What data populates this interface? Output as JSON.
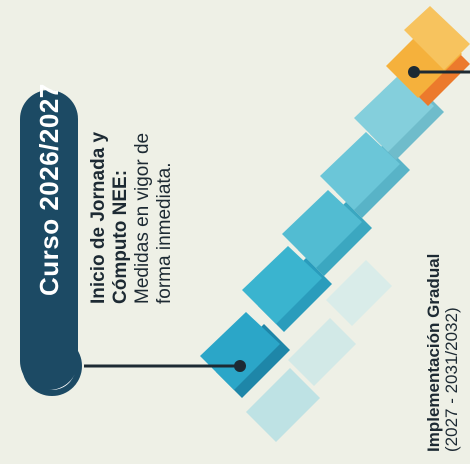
{
  "badge": {
    "text": "Curso 2026/2027"
  },
  "milestone_1": {
    "title_line1": "Inicio de Jornada y",
    "title_line2": "Cómputo NEE:",
    "body_line1": "Medidas en vigor de",
    "body_line2": "forma inmediata."
  },
  "milestone_2": {
    "title": "Implementación Gradual",
    "years": "(2027 - 2031/2032)"
  },
  "colors": {
    "background": "#eef0e6",
    "badge": "#1c4a64",
    "teal_steps": [
      "#2ba6c8",
      "#3ab4cf",
      "#52bcd2",
      "#6bc6d8",
      "#84cfdc",
      "#9ed8e2"
    ],
    "final_step": "#f5b13c",
    "final_step_side": "#ec7a2c",
    "icon_ring": "#e85f4a"
  },
  "icons": {
    "calendar": "calendar-icon"
  }
}
